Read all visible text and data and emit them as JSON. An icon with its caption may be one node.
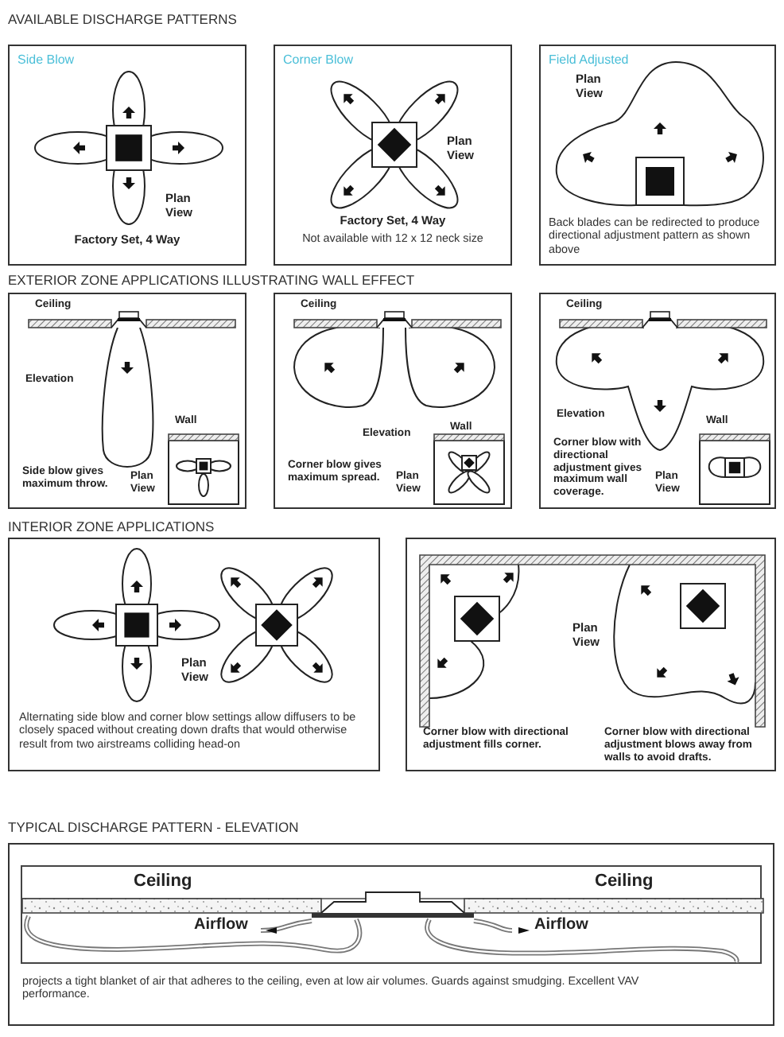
{
  "diagram": {
    "nodes": [
      {
        "text": [
          "Side Blow",
          "Plan View",
          "Factory Set, 4 Way"
        ]
      },
      {
        "text": [
          "Corner Blow",
          "Plan View",
          "Factory Set, 4 Way",
          "Not available with 12 x 12 neck size"
        ]
      },
      {
        "text": [
          "Field Adjusted",
          "Plan View",
          "Back blades can be redirected to produce directional adjustment pattern as shown above"
        ]
      },
      {
        "text": [
          "Ceiling",
          "Elevation",
          "Wall",
          "Side blow gives maximum throw.",
          "Plan View"
        ]
      },
      {
        "text": [
          "Ceiling",
          "Elevation",
          "Wall",
          "Corner blow gives maximum spread.",
          "Plan View"
        ]
      },
      {
        "text": [
          "Ceiling",
          "Elevation",
          "Wall",
          "Corner blow with directional adjustment gives maximum wall coverage.",
          "Plan View"
        ]
      },
      {
        "text": [
          "Plan View",
          "Alternating side blow and corner blow settings allow diffusers to be closely spaced without creating down drafts that would otherwise result from two airstreams colliding head-on"
        ]
      },
      {
        "text": [
          "Plan View",
          "Corner blow with directional adjustment fills corner.",
          "Corner blow with directional adjustment blows away from walls to avoid drafts."
        ]
      },
      {
        "text": [
          "projects a tight blanket of air that adheres to the ceiling, even at low air volumes. Guards against smudging. Excellent VAV performance."
        ]
      },
      {
        "text": [
          "Ceiling",
          "Ceiling",
          "Airflow",
          "Airflow"
        ],
        "in": 8
      }
    ],
    "labels": [
      "AVAILABLE DISCHARGE PATTERNS",
      "EXTERIOR ZONE APPLICATIONS ILLUSTRATING WALL EFFECT",
      "INTERIOR ZONE APPLICATIONS",
      "TYPICAL DISCHARGE PATTERN - ELEVATION"
    ]
  }
}
